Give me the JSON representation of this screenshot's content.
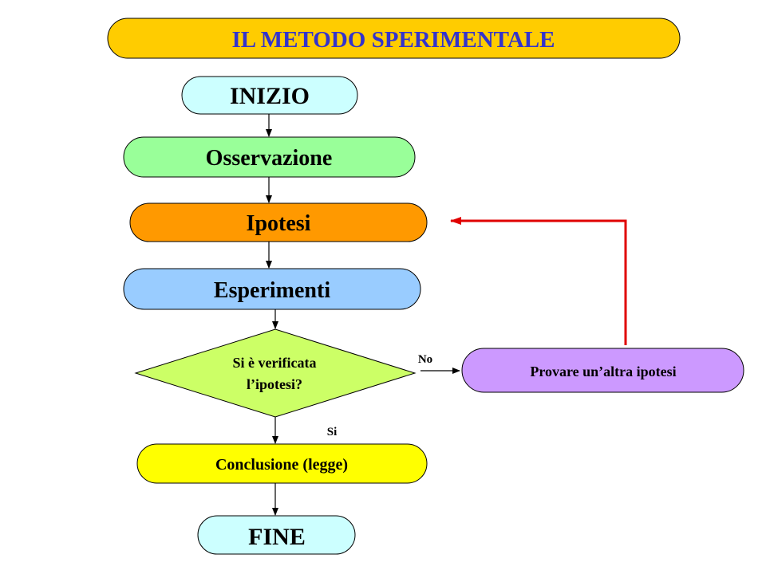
{
  "title": "IL METODO SPERIMENTALE",
  "nodes": {
    "start": "INIZIO",
    "observation": "Osservazione",
    "hypothesis": "Ipotesi",
    "experiments": "Esperimenti",
    "decision_line1": "Si è verificata",
    "decision_line2": "l’ipotesi?",
    "retry": "Provare un’altra ipotesi",
    "conclusion": "Conclusione (legge)",
    "end": "FINE"
  },
  "edge_labels": {
    "no": "No",
    "yes": "Si"
  },
  "colors": {
    "title_fill": "#FFCC00",
    "title_text": "#3333CC",
    "start_end": "#CCFFFF",
    "observation": "#99FF99",
    "hypothesis": "#FF9900",
    "experiments": "#99CCFF",
    "decision": "#CCFF66",
    "retry": "#CC99FF",
    "conclusion": "#FFFF00",
    "loop_arrow": "#E00000"
  }
}
